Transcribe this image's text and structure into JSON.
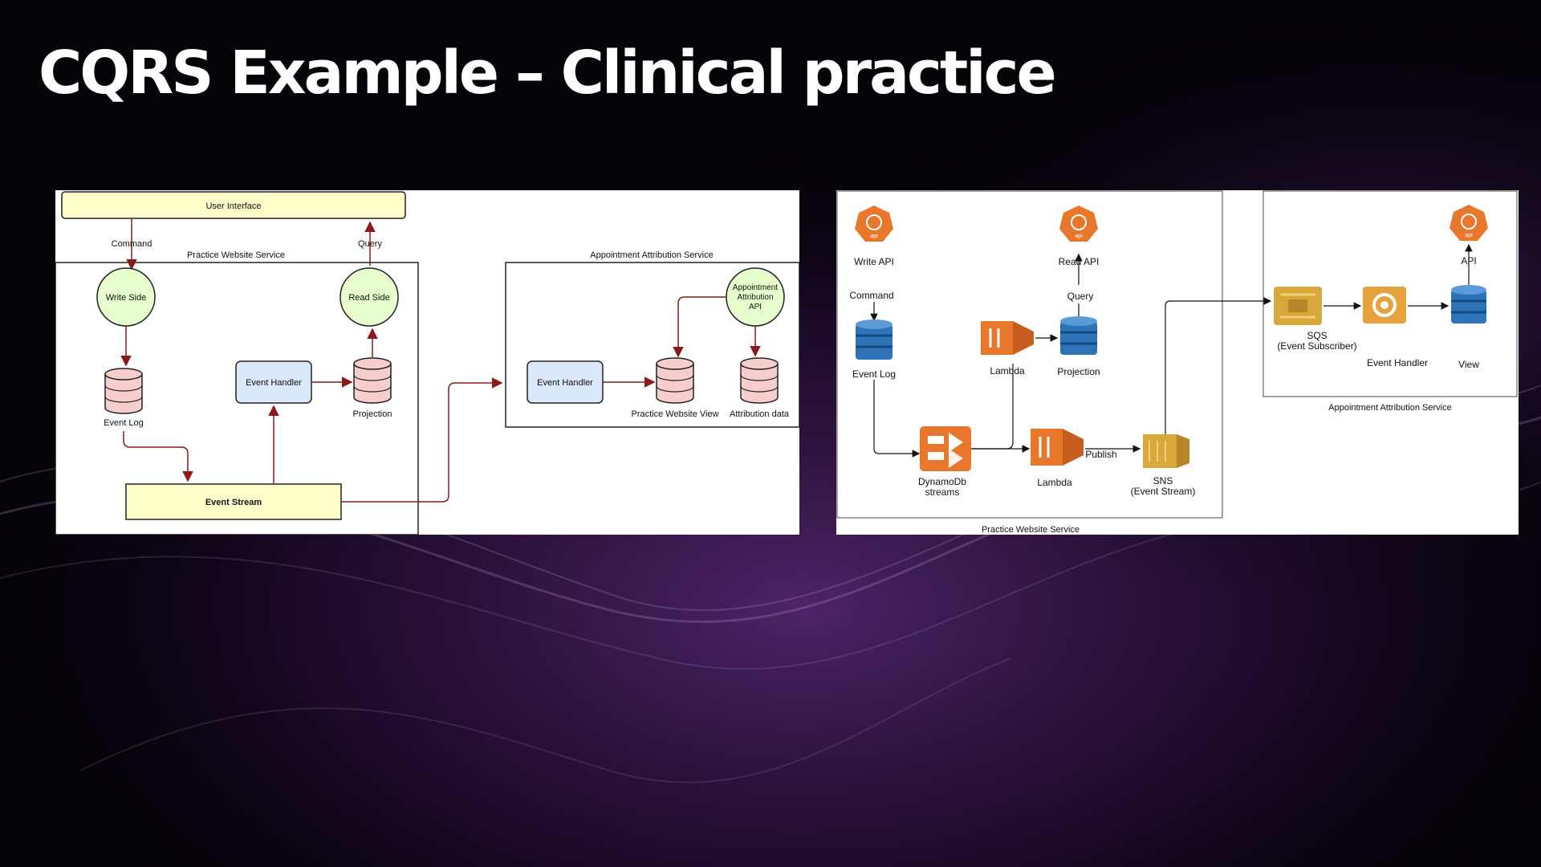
{
  "slide": {
    "title": "CQRS Example – Clinical practice"
  },
  "left_diagram": {
    "user_interface": "User Interface",
    "command": "Command",
    "query": "Query",
    "practice_service": "Practice Website Service",
    "appointment_service": "Appointment Attribution Service",
    "write_side": "Write Side",
    "read_side": "Read Side",
    "event_log": "Event Log",
    "event_handler": "Event Handler",
    "projection": "Projection",
    "event_stream": "Event Stream",
    "event_handler_2": "Event Handler",
    "api_lines": [
      "Appointment",
      "Attribution",
      "API"
    ],
    "practice_website_view": "Practice Website View",
    "attribution_data": "Attribution data"
  },
  "right_diagram": {
    "write_api": "Write API",
    "command": "Command",
    "event_log": "Event Log",
    "lambda_1": "Lambda",
    "read_api": "Read API",
    "query": "Query",
    "projection": "Projection",
    "dynamodb_streams": [
      "DynamoDb",
      "streams"
    ],
    "lambda_2": "Lambda",
    "publish": "Publish",
    "sns": [
      "SNS",
      "(Event Stream)"
    ],
    "sqs": [
      "SQS",
      "(Event Subscriber)"
    ],
    "event_handler": "Event Handler",
    "api": "API",
    "view": "View",
    "appointment_service": "Appointment Attribution Service",
    "practice_service": "Practice Website Service",
    "api_badge": "api"
  },
  "colors": {
    "ui_box": "#ffffcc",
    "circle": "#e6ffcc",
    "db": "#f8cecc",
    "handler": "#dae8fc",
    "arrow_red": "#8b1a1a",
    "aws_orange": "#e8762b",
    "dynamo_blue": "#2e73b8",
    "sns_gold": "#d9a83b"
  }
}
